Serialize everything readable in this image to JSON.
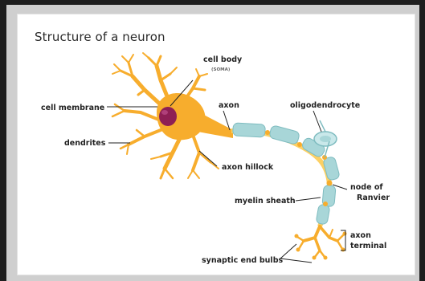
{
  "title": "Structure of a neuron",
  "labels": {
    "cell_body": "cell body",
    "soma": "(SOMA)",
    "cell_membrane": "cell membrane",
    "axon": "axon",
    "oligodendrocyte": "oligodendrocyte",
    "dendrites": "dendrites",
    "axon_hillock": "axon hillock",
    "node_of": "node of",
    "ranvier": "Ranvier",
    "myelin_sheath": "myelin sheath",
    "axon_terminal_1": "axon",
    "axon_terminal_2": "terminal",
    "synaptic_end_bulbs": "synaptic end bulbs"
  },
  "colors": {
    "neuron": "#f7ad2d",
    "neuron_light": "#fcd065",
    "nucleus": "#8e1f54",
    "myelin": "#a8d6d8",
    "myelin_dark": "#7fbcc0",
    "frame": "#1e1e1e"
  }
}
